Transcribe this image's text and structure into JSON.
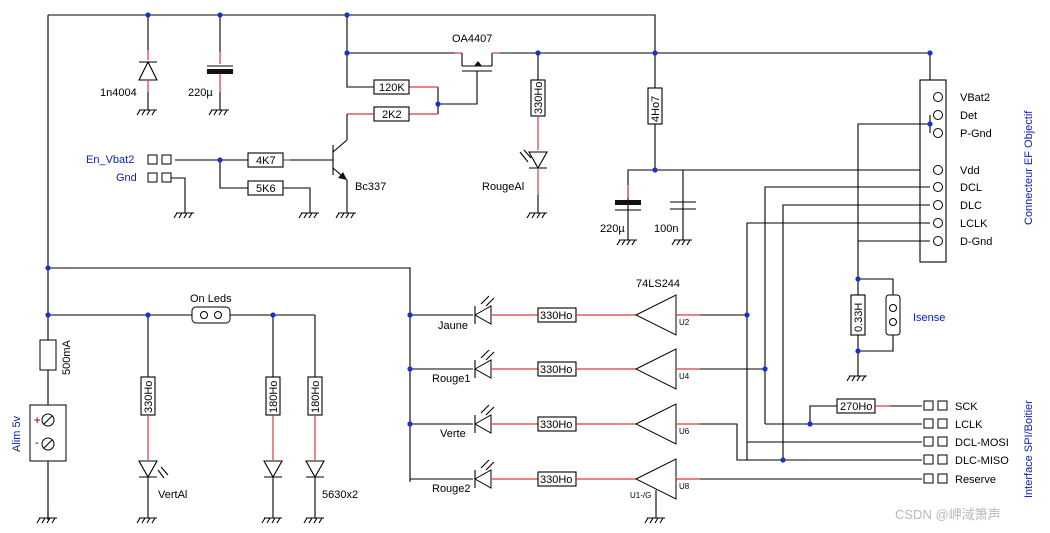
{
  "watermark": "CSDN @岬淢箫声",
  "labels": {
    "diode": "1n4004",
    "cap_top": "220µ",
    "mosfet": "OA4407",
    "r120k": "120K",
    "r2k2": "2K2",
    "r4k7": "4K7",
    "r5k6": "5K6",
    "bc337": "Bc337",
    "en_vbat2": "En_Vbat2",
    "gnd": "Gnd",
    "r330_top": "330Ho",
    "rougeal": "RougeAl",
    "r4ho7": "4Ho7",
    "cap220_mid": "220µ",
    "cap100n": "100n",
    "on_leds": "On Leds",
    "fuse": "500mA",
    "alim": "Alim 5v",
    "plus": "+",
    "minus": "-",
    "r330_vert": "330Ho",
    "r180a": "180Ho",
    "r180b": "180Ho",
    "vertal": "VertAl",
    "led5630": "5630x2",
    "ls244": "74LS244",
    "jaune": "Jaune",
    "rouge1": "Rouge1",
    "verte": "Verte",
    "rouge2": "Rouge2",
    "r330_1": "330Ho",
    "r330_2": "330Ho",
    "r330_3": "330Ho",
    "r330_4": "330Ho",
    "u2": "U2",
    "u4": "U4",
    "u6": "U6",
    "u8": "U8",
    "u1g": "U1-/G",
    "r033": "0.33H",
    "isense": "Isense",
    "r270": "270Ho",
    "conn_ef": "Connecteur EF Objectif",
    "conn_spi": "Interface SPI/Boitier"
  },
  "ef_pins": [
    "VBat2",
    "Det",
    "P-Gnd",
    "Vdd",
    "DCL",
    "DLC",
    "LCLK",
    "D-Gnd"
  ],
  "spi_pins": [
    "SCK",
    "LCLK",
    "DCL-MOSI",
    "DLC-MISO",
    "Reserve"
  ]
}
